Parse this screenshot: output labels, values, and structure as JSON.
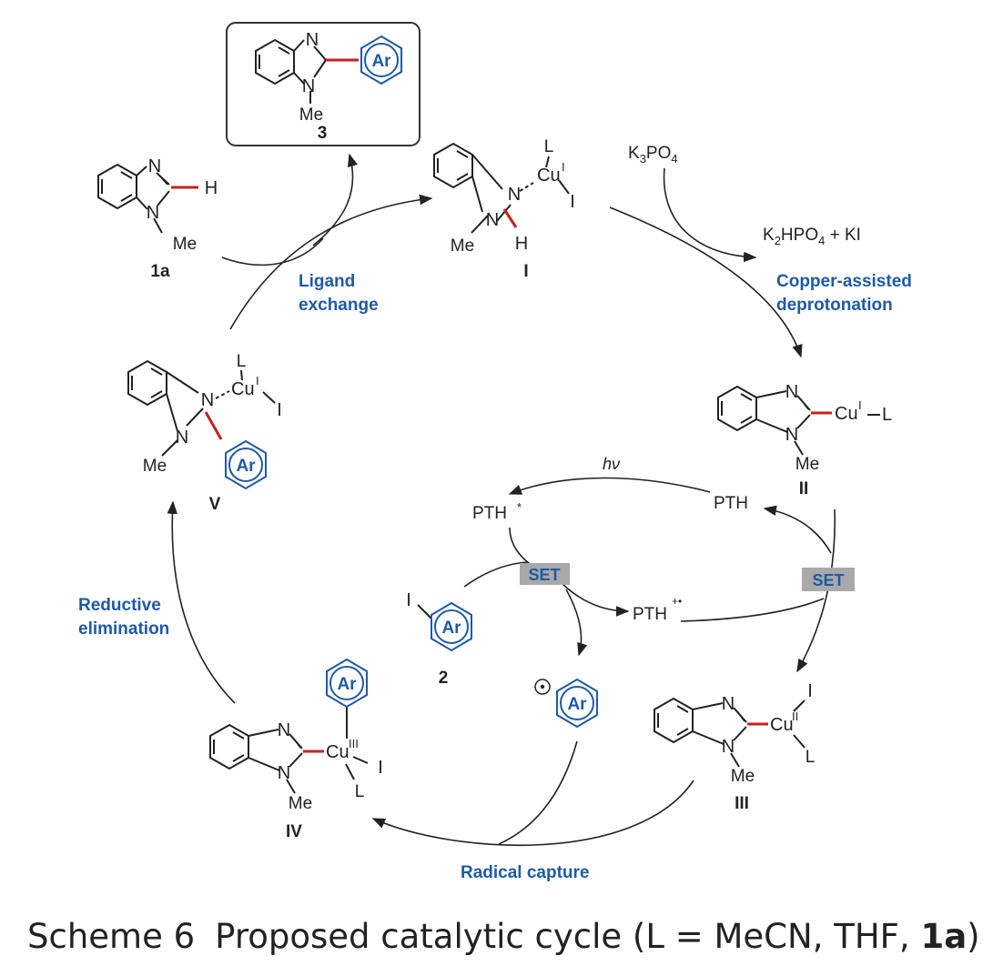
{
  "compounds": {
    "product": {
      "number": "3",
      "ar": "Ar",
      "N": "N",
      "N1": "N",
      "me": "Me"
    },
    "substrate": {
      "number": "1a",
      "N": "N",
      "N1": "N",
      "H": "H",
      "me": "Me"
    },
    "aryl_iodide": {
      "number": "2",
      "I": "I",
      "ar": "Ar"
    },
    "aryl_radical": {
      "ar": "Ar"
    }
  },
  "intermediates": {
    "I": {
      "label": "I",
      "N": "N",
      "Ncoord": "N",
      "me": "Me",
      "H": "H",
      "L": "L",
      "cu": "Cu",
      "cu_ox": "I",
      "I": "I"
    },
    "II": {
      "label": "II",
      "N": "N",
      "N1": "N",
      "me": "Me",
      "cu": "Cu",
      "cu_ox": "I",
      "L": "L"
    },
    "III": {
      "label": "III",
      "N": "N",
      "N1": "N",
      "me": "Me",
      "cu": "Cu",
      "cu_ox": "II",
      "I": "I",
      "L": "L"
    },
    "IV": {
      "label": "IV",
      "N": "N",
      "N1": "N",
      "me": "Me",
      "cu": "Cu",
      "cu_ox": "III",
      "I": "I",
      "L": "L",
      "ar": "Ar"
    },
    "V": {
      "label": "V",
      "Ncoord": "N",
      "N1": "N",
      "me": "Me",
      "cu": "Cu",
      "cu_ox": "I",
      "L": "L",
      "I": "I",
      "ar": "Ar"
    }
  },
  "steps": {
    "ligand_exchange": [
      "Ligand",
      "exchange"
    ],
    "deprotonation": [
      "Copper-assisted",
      "deprotonation"
    ],
    "reductive_elimination": [
      "Reductive",
      "elimination"
    ],
    "radical_capture": "Radical capture"
  },
  "reagents": {
    "base": {
      "a": "K",
      "a_sub": "3",
      "b": "PO",
      "b_sub": "4"
    },
    "byproduct": {
      "a": "K",
      "a_sub": "2",
      "b": "HPO",
      "b_sub": "4",
      "c": " + KI"
    }
  },
  "photocatalyst": {
    "pth": "PTH",
    "pth_excited": "PTH",
    "excited_mark": "*",
    "pth_radical_cation": "PTH",
    "radical_cation_mark": "+•",
    "light": "hν",
    "set_label": "SET"
  },
  "caption": {
    "number": "Scheme 6",
    "text_before": "Proposed catalytic cycle (L = MeCN, THF, ",
    "bold": "1a",
    "text_after": ")."
  },
  "colors": {
    "blue": "#1f5aa6",
    "red": "#c8201e",
    "set_fill": "#a9a9a9",
    "bond": "#222222"
  }
}
